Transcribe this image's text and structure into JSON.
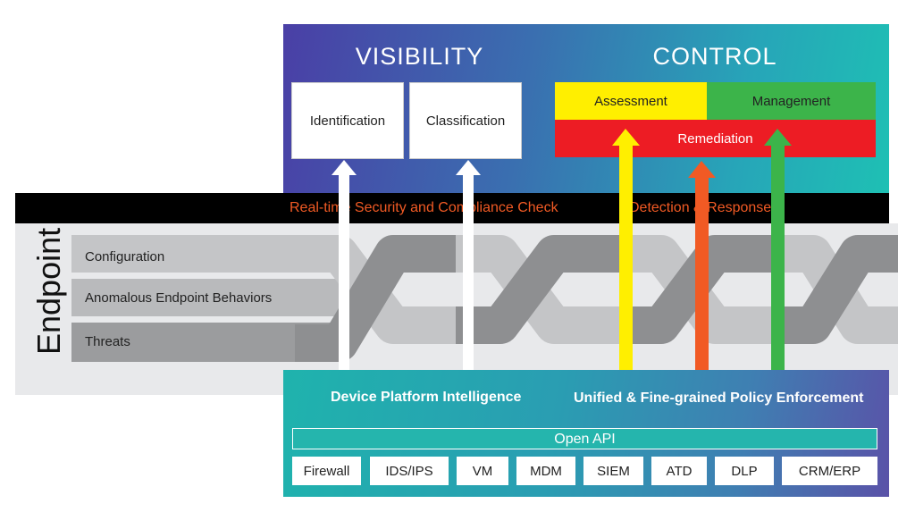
{
  "visibility": {
    "heading": "VISIBILITY",
    "items": [
      "Identification",
      "Classification"
    ]
  },
  "control": {
    "heading": "CONTROL",
    "assessment": "Assessment",
    "management": "Management",
    "remediation": "Remediation"
  },
  "bar": {
    "left_text": "Real-time Security and Compliance Check",
    "right_text": "Detection & Response"
  },
  "endpoint": {
    "title": "Endpoint",
    "rows": [
      "Configuration",
      "Anomalous Endpoint Behaviors",
      "Threats"
    ]
  },
  "platform": {
    "left_heading": "Device Platform Intelligence",
    "right_heading": "Unified & Fine-grained Policy Enforcement",
    "api": "Open API",
    "tools": [
      "Firewall",
      "IDS/IPS",
      "VM",
      "MDM",
      "SIEM",
      "ATD",
      "DLP",
      "CRM/ERP"
    ]
  },
  "colors": {
    "assessment": "#ffef00",
    "management": "#3cb44a",
    "remediation": "#ed1c24",
    "detection_arrow": "#f15a24",
    "bar_text": "#f15a24"
  }
}
